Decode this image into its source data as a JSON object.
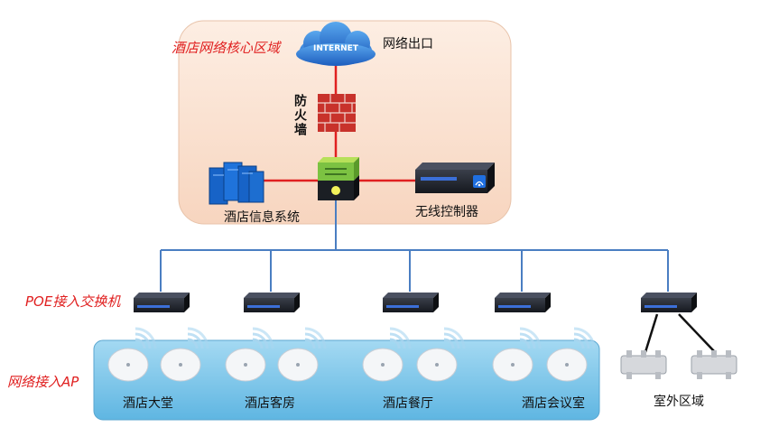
{
  "zones": {
    "core": "酒店网络核心区域",
    "poe": "POE接入交换机",
    "ap": "网络接入AP"
  },
  "nodes": {
    "internet_text": "INTERNET",
    "internet_label": "网络出口",
    "firewall": "防火墙",
    "info_system": "酒店信息系统",
    "wireless_controller": "无线控制器"
  },
  "ap_areas": [
    "酒店大堂",
    "酒店客房",
    "酒店餐厅",
    "酒店会议室"
  ],
  "outdoor_area": "室外区域",
  "colors": {
    "core_bg": "#fbe3d3",
    "ap_bg": "#7ec8ea",
    "link_red": "#e02020",
    "link_blue": "#4a7ec2",
    "zone_label": "#e02020"
  }
}
